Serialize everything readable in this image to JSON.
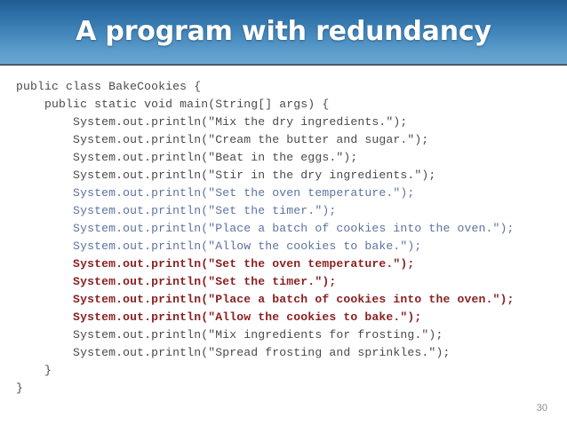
{
  "slide": {
    "title": "A program with redundancy",
    "page_number": "30",
    "colors": {
      "banner_top": "#1f5b8f",
      "banner_bottom": "#6aa7d2",
      "title_text": "#ffffff",
      "code_plain": "#4a4a4a",
      "code_highlight_blue": "#5d72a0",
      "code_highlight_red": "#8b2021",
      "background": "#ffffff"
    }
  },
  "code": {
    "language": "java",
    "lines": [
      {
        "text": "public class BakeCookies {",
        "style": "plain"
      },
      {
        "text": "    public static void main(String[] args) {",
        "style": "plain"
      },
      {
        "text": "        System.out.println(\"Mix the dry ingredients.\");",
        "style": "plain"
      },
      {
        "text": "        System.out.println(\"Cream the butter and sugar.\");",
        "style": "plain"
      },
      {
        "text": "        System.out.println(\"Beat in the eggs.\");",
        "style": "plain"
      },
      {
        "text": "        System.out.println(\"Stir in the dry ingredients.\");",
        "style": "plain"
      },
      {
        "text": "        System.out.println(\"Set the oven temperature.\");",
        "style": "blue"
      },
      {
        "text": "        System.out.println(\"Set the timer.\");",
        "style": "blue"
      },
      {
        "text": "        System.out.println(\"Place a batch of cookies into the oven.\");",
        "style": "blue"
      },
      {
        "text": "        System.out.println(\"Allow the cookies to bake.\");",
        "style": "blue"
      },
      {
        "text": "        System.out.println(\"Set the oven temperature.\");",
        "style": "red"
      },
      {
        "text": "        System.out.println(\"Set the timer.\");",
        "style": "red"
      },
      {
        "text": "        System.out.println(\"Place a batch of cookies into the oven.\");",
        "style": "red"
      },
      {
        "text": "        System.out.println(\"Allow the cookies to bake.\");",
        "style": "red"
      },
      {
        "text": "        System.out.println(\"Mix ingredients for frosting.\");",
        "style": "plain"
      },
      {
        "text": "        System.out.println(\"Spread frosting and sprinkles.\");",
        "style": "plain"
      },
      {
        "text": "    }",
        "style": "plain"
      },
      {
        "text": "}",
        "style": "plain"
      }
    ]
  }
}
